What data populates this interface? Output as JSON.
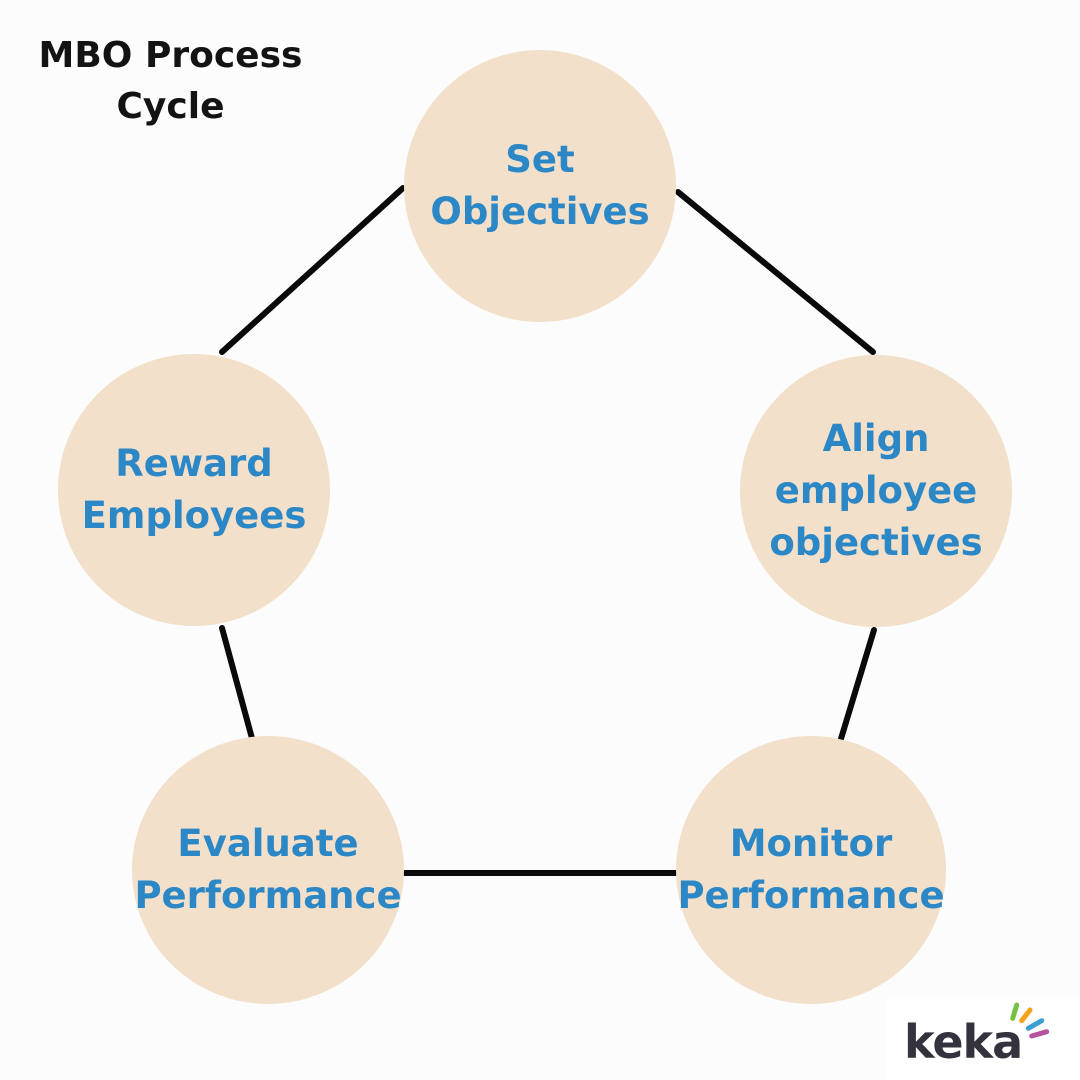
{
  "title": "MBO Process\nCycle",
  "diagram": {
    "type": "cycle",
    "nodes": [
      {
        "id": "set-objectives",
        "label": "Set\nObjectives"
      },
      {
        "id": "align-employee-objectives",
        "label": "Align\nemployee\nobjectives"
      },
      {
        "id": "monitor-performance",
        "label": "Monitor\nPerformance"
      },
      {
        "id": "evaluate-performance",
        "label": "Evaluate\nPerformance"
      },
      {
        "id": "reward-employees",
        "label": "Reward\nEmployees"
      }
    ],
    "connections": [
      "set-objectives -> align-employee-objectives",
      "align-employee-objectives -> monitor-performance",
      "monitor-performance -> evaluate-performance",
      "evaluate-performance -> reward-employees",
      "reward-employees -> set-objectives"
    ],
    "colors": {
      "node_fill": "#f2e0ca",
      "label_text": "#2b87c6",
      "title_text": "#131313",
      "connector": "#0a0a0a",
      "background": "#fcfcfc"
    }
  },
  "logo": {
    "text": "keka",
    "text_color": "#33323d",
    "spark_colors": [
      "#76c043",
      "#f6a21d",
      "#3b9fd4",
      "#b8539f"
    ]
  }
}
